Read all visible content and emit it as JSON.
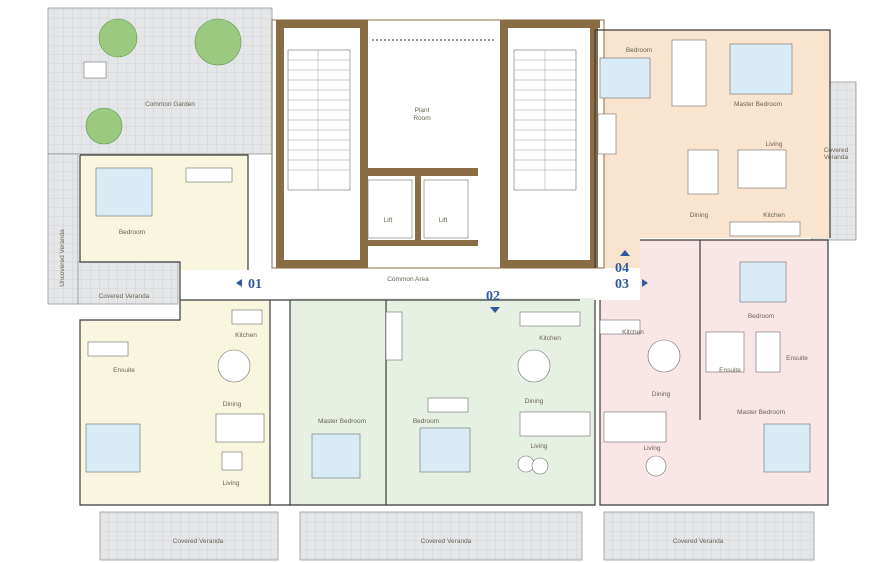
{
  "colors": {
    "unit_01": "#f8f6df",
    "unit_02": "#e6f1e4",
    "unit_03": "#f9e6e6",
    "unit_04": "#f9e5cf",
    "core": "#8a6d45",
    "veranda": "#e4e6e8",
    "unit_number": "#2f5b9a"
  },
  "units": {
    "u01": "01",
    "u02": "02",
    "u03": "03",
    "u04": "04"
  },
  "labels": {
    "common_garden": "Common Garden",
    "plant_room_1": "Plant",
    "plant_room_2": "Room",
    "lift_left": "Lift",
    "lift_right": "Lift",
    "common_area": "Common Area",
    "uncovered_veranda": "Uncovered Veranda",
    "covered_veranda_left": "Covered Veranda",
    "covered_veranda_right_1": "Covered",
    "covered_veranda_right_2": "Veranda",
    "covered_veranda_bottom_left": "Covered Veranda",
    "covered_veranda_bottom_mid": "Covered Veranda",
    "covered_veranda_bottom_right": "Covered Veranda",
    "u01_bedroom": "Bedroom",
    "u01_kitchen": "Kitchen",
    "u01_ensuite": "Ensuite",
    "u01_dining": "Dining",
    "u01_living": "Living",
    "u02_master_bedroom": "Master Bedroom",
    "u02_bedroom": "Bedroom",
    "u02_kitchen": "Kitchen",
    "u02_dining": "Dining",
    "u02_living": "Living",
    "u03_kitchen": "Kitchen",
    "u03_bedroom": "Bedroom",
    "u03_ensuite_left": "Ensuite",
    "u03_ensuite_right": "Ensuite",
    "u03_dining": "Dining",
    "u03_living": "Living",
    "u03_master_bedroom": "Master Bedroom",
    "u04_bedroom": "Bedroom",
    "u04_master_bedroom": "Master Bedroom",
    "u04_living": "Living",
    "u04_dining": "Dining",
    "u04_kitchen": "Kitchen"
  }
}
